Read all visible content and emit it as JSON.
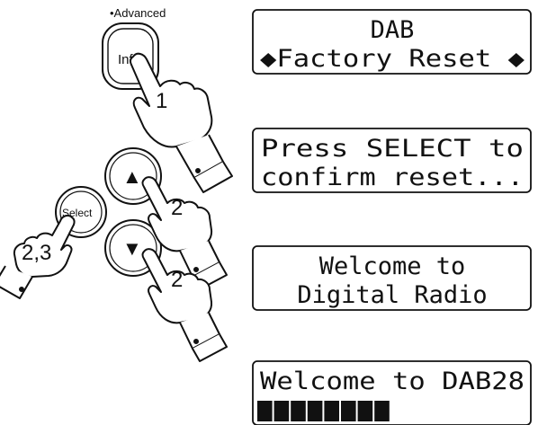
{
  "buttons": {
    "info": {
      "caption": "•Advanced",
      "label": "Info"
    },
    "select": {
      "label": "Select"
    },
    "up": {
      "glyph": "▲"
    },
    "down": {
      "glyph": "▼"
    }
  },
  "step_labels": {
    "info_press": "1",
    "up_press": "2",
    "select_press": "2,3",
    "down_press": "2"
  },
  "displays": [
    {
      "line1": "DAB",
      "line2": "◆Factory Reset ◆"
    },
    {
      "line1": "Press SELECT to",
      "line2": "confirm reset..."
    },
    {
      "line1": "Welcome to",
      "line2": "Digital Radio"
    },
    {
      "line1": "Welcome to DAB28",
      "progress_blocks": 8
    }
  ],
  "colors": {
    "ink": "#111111",
    "display_bg": "#ffffff"
  }
}
